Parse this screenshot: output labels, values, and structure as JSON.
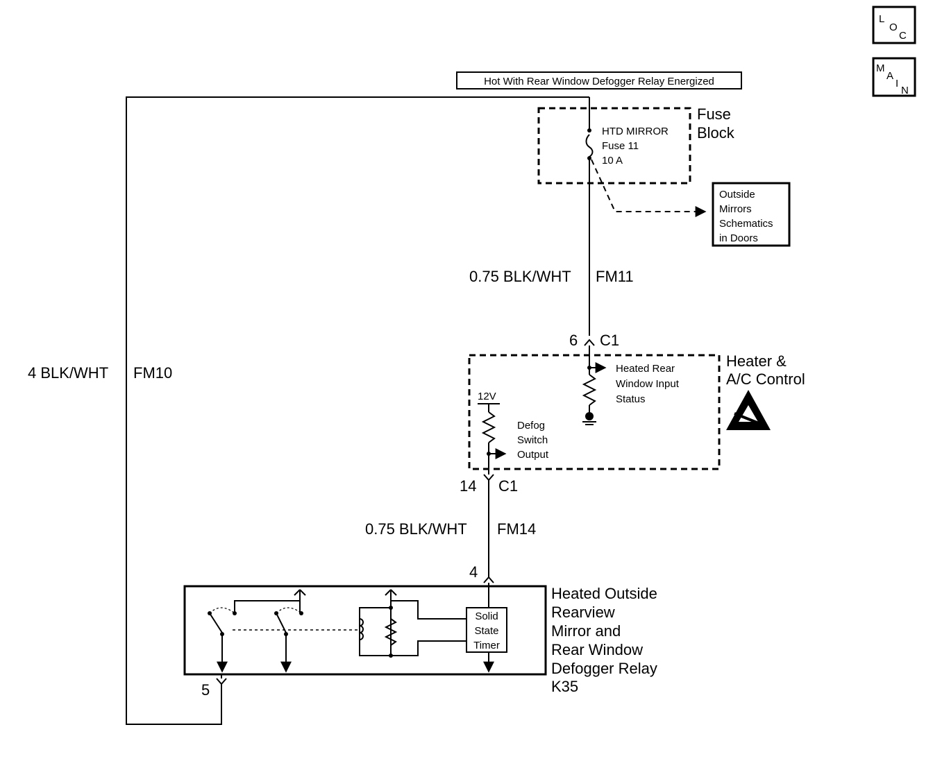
{
  "nav": {
    "loc": {
      "l": "L",
      "o": "O",
      "c": "C"
    },
    "main": {
      "m": "M",
      "a": "A",
      "i": "I",
      "n": "N"
    }
  },
  "hot_label": "Hot With Rear Window Defogger Relay Energized",
  "fuse_block": {
    "title_line1": "Fuse",
    "title_line2": "Block",
    "fuse_name": "HTD MIRROR",
    "fuse_number": "Fuse 11",
    "fuse_rating": "10 A"
  },
  "mirrors_ref": [
    "Outside",
    "Mirrors",
    "Schematics",
    "in Doors"
  ],
  "wires": {
    "fm11": {
      "gauge": "0.75 BLK/WHT",
      "circuit": "FM11"
    },
    "fm10": {
      "gauge": "4 BLK/WHT",
      "circuit": "FM10"
    },
    "fm14": {
      "gauge": "0.75 BLK/WHT",
      "circuit": "FM14"
    }
  },
  "connectors": {
    "c1_top": {
      "pin": "6",
      "name": "C1"
    },
    "c1_bottom": {
      "pin": "14",
      "name": "C1"
    },
    "relay_in": {
      "pin": "4"
    },
    "relay_out": {
      "pin": "5"
    }
  },
  "hvac": {
    "title_line1": "Heater &",
    "title_line2": "A/C Control",
    "input_status": [
      "Heated Rear",
      "Window Input",
      "Status"
    ],
    "voltage": "12V",
    "switch_output": [
      "Defog",
      "Switch",
      "Output"
    ]
  },
  "relay": {
    "title": [
      "Heated Outside",
      "Rearview",
      "Mirror and",
      "Rear Window",
      "Defogger Relay",
      "K35"
    ],
    "timer": [
      "Solid",
      "State",
      "Timer"
    ]
  }
}
